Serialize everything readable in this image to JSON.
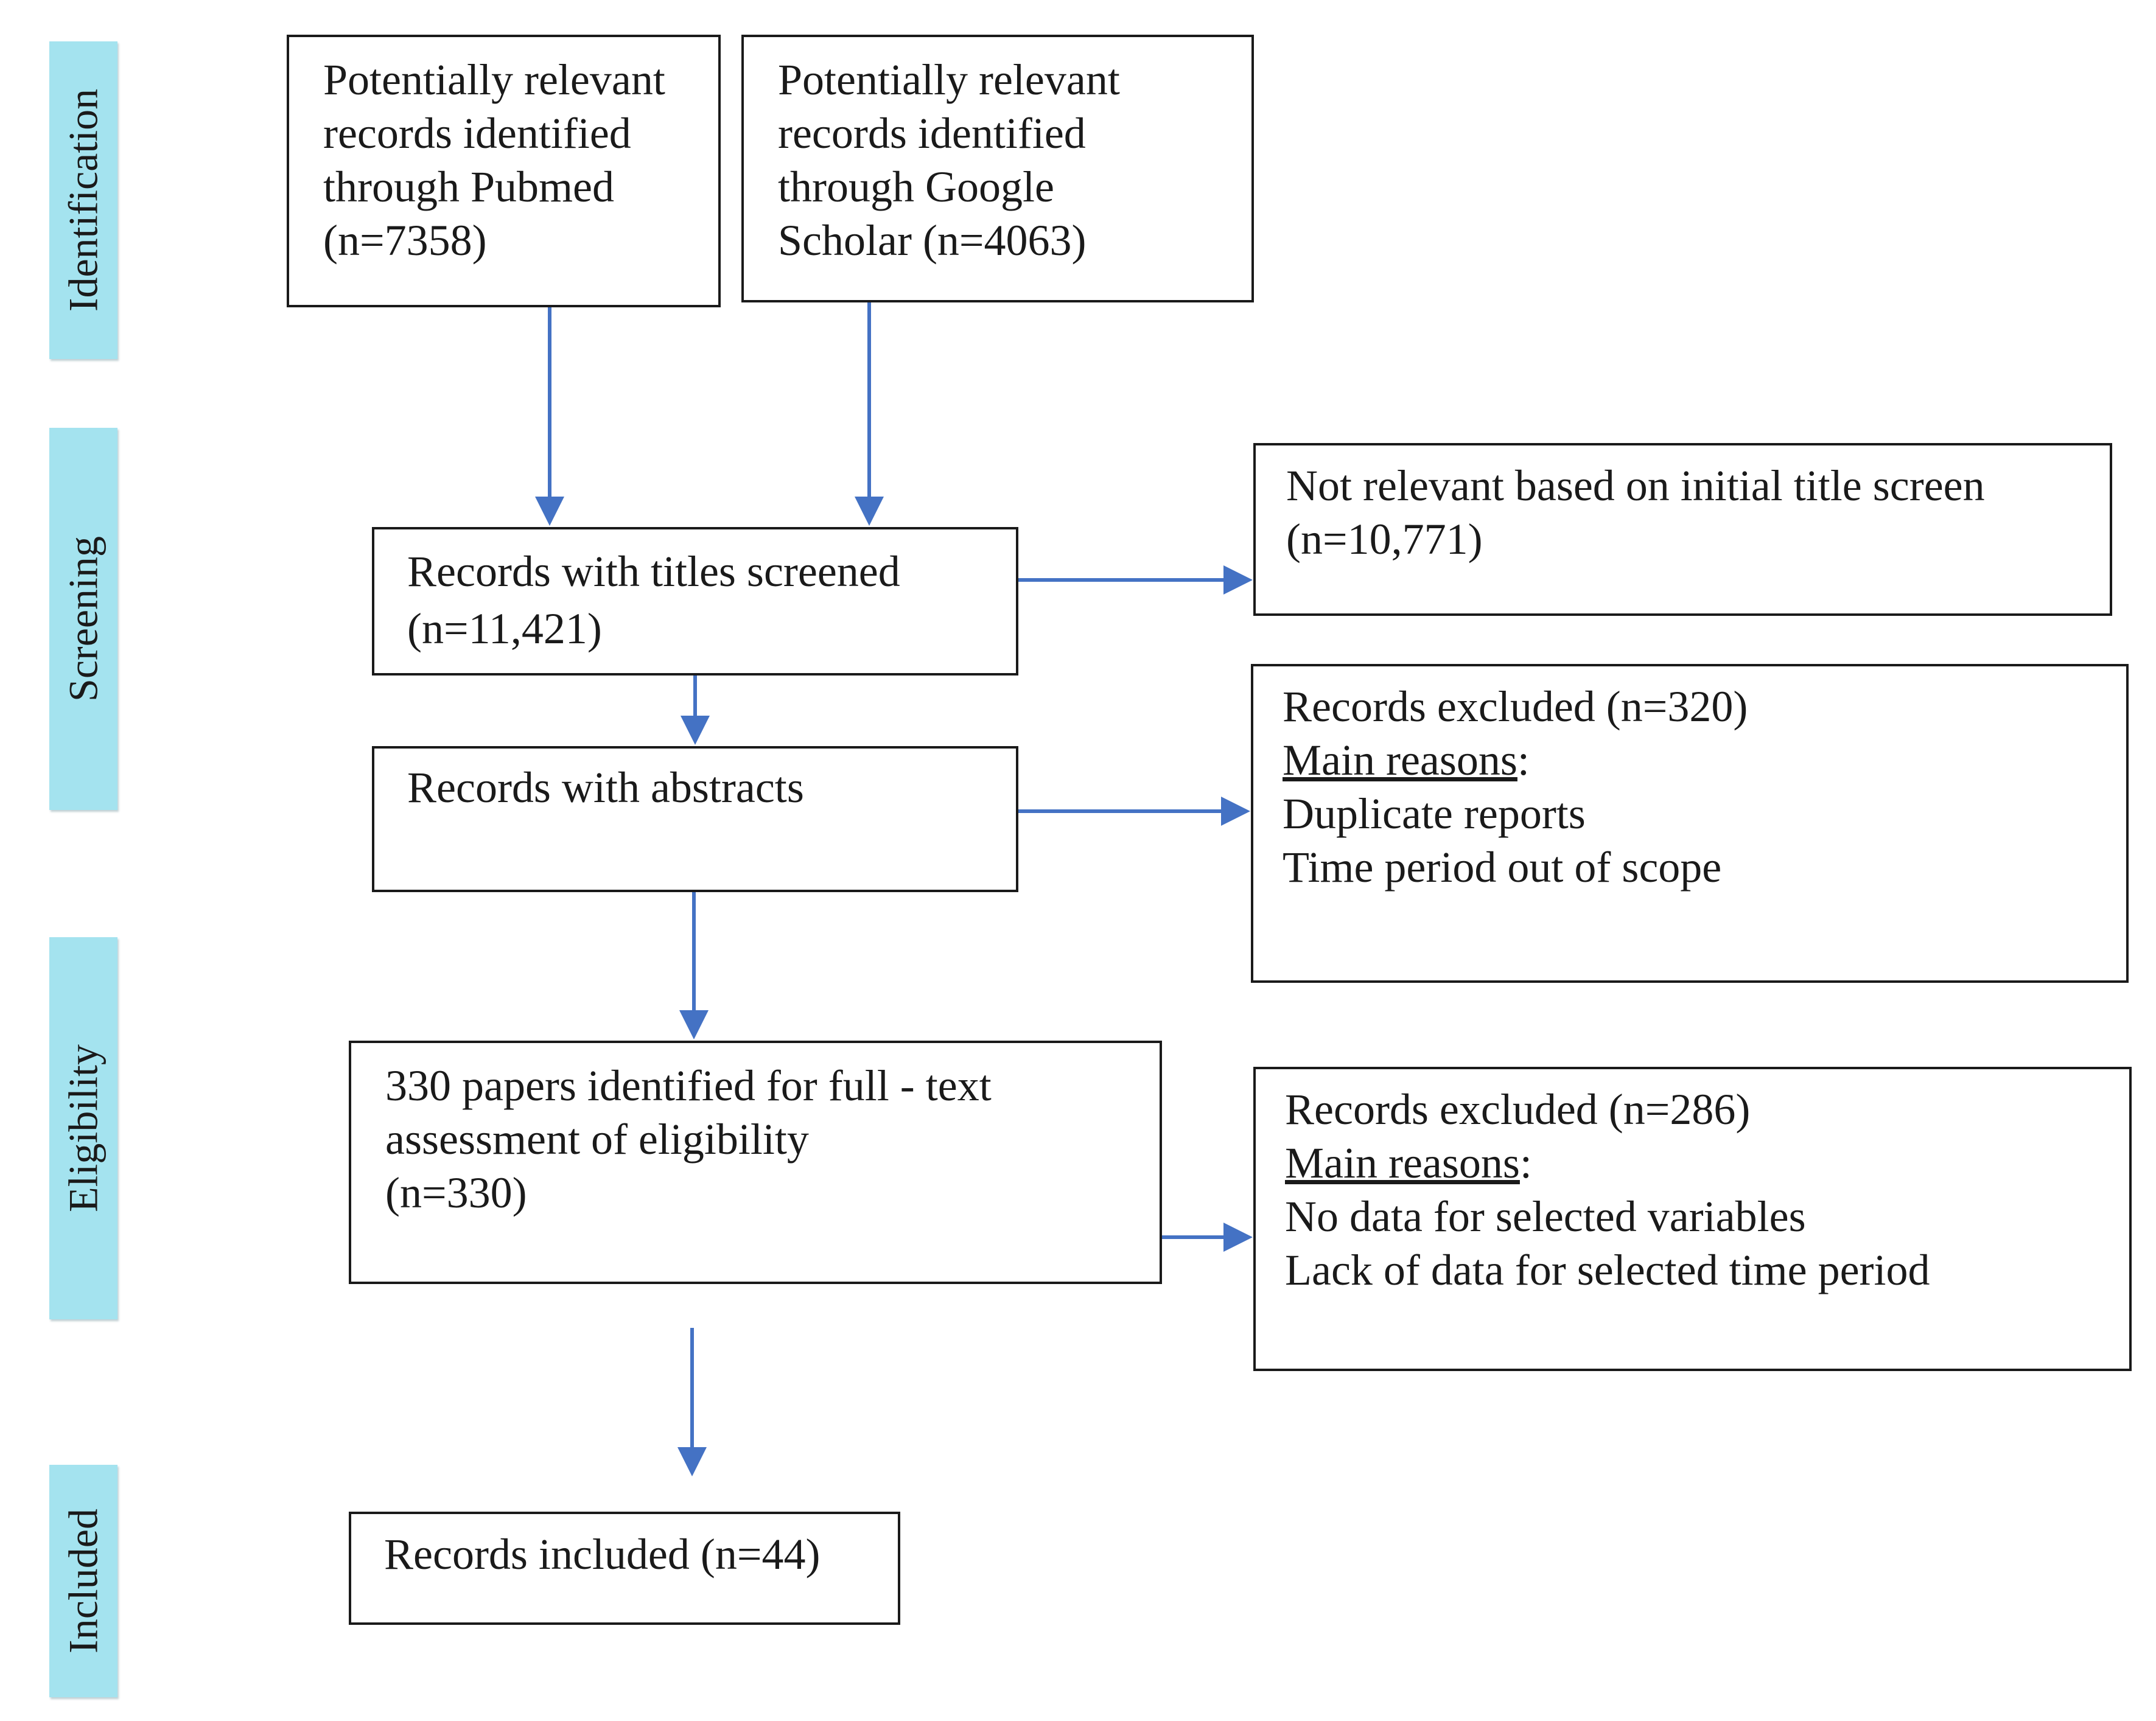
{
  "stages": [
    {
      "id": "identification",
      "label": "Identification"
    },
    {
      "id": "screening",
      "label": "Screening"
    },
    {
      "id": "eligibility",
      "label": "Eligibility"
    },
    {
      "id": "included",
      "label": "Included"
    }
  ],
  "boxes": {
    "pubmed": {
      "lines": [
        "Potentially relevant",
        "records identified",
        "through Pubmed",
        "(n=7358)"
      ]
    },
    "scholar": {
      "lines": [
        "Potentially relevant",
        "records identified",
        "through Google",
        "Scholar (n=4063)"
      ]
    },
    "titles": {
      "lines": [
        "Records with titles screened",
        "(n=11,421)"
      ]
    },
    "not_relevant": {
      "lines": [
        "Not relevant based on initial title screen",
        "(n=10,771)"
      ]
    },
    "abstracts": {
      "lines": [
        "Records with abstracts"
      ]
    },
    "excluded_320": {
      "heading": "Records excluded (n=320)",
      "reasons_label": "Main reasons",
      "reasons_suffix": ":",
      "reasons": [
        "Duplicate reports",
        "Time period out of scope"
      ]
    },
    "fulltext": {
      "lines": [
        "330 papers identified for full - text",
        "assessment of eligibility",
        "(n=330)"
      ]
    },
    "excluded_286": {
      "heading": "Records excluded (n=286)",
      "reasons_label": "Main reasons",
      "reasons_suffix": ":",
      "reasons": [
        "No data for selected variables",
        "Lack of data for selected time period"
      ]
    },
    "included": {
      "lines": [
        "Records included (n=44)"
      ]
    }
  },
  "colors": {
    "arrow": "#4472c4",
    "stage_tab": "#a4e3ef",
    "box_border": "#1a1a1a"
  }
}
